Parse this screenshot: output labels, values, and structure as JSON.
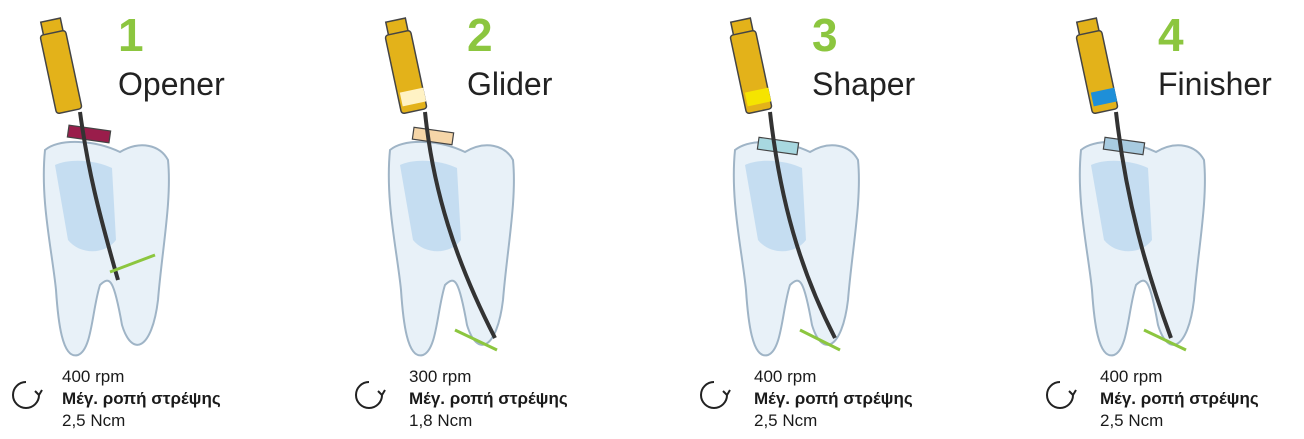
{
  "colors": {
    "accent": "#8cc63f",
    "gold": "#e3b21a",
    "tooth": "#dbe9f5"
  },
  "steps": [
    {
      "number": "1",
      "name": "Opener",
      "speed": "400 rpm",
      "torque_label": "Μέγ. ροπή στρέψης",
      "torque": "2,5 Ncm",
      "stopper_color": "#9a1d4b",
      "band_color": ""
    },
    {
      "number": "2",
      "name": "Glider",
      "speed": "300 rpm",
      "torque_label": "Μέγ. ροπή στρέψης",
      "torque": "1,8 Ncm",
      "stopper_color": "#f6d6a8",
      "band_color": "#fff2c4"
    },
    {
      "number": "3",
      "name": "Shaper",
      "speed": "400 rpm",
      "torque_label": "Μέγ. ροπή στρέψης",
      "torque": "2,5 Ncm",
      "stopper_color": "#a8d8e0",
      "band_color": "#f5e400"
    },
    {
      "number": "4",
      "name": "Finisher",
      "speed": "400 rpm",
      "torque_label": "Μέγ. ροπή στρέψης",
      "torque": "2,5 Ncm",
      "stopper_color": "#a8cbe0",
      "band_color": "#1e8fd8"
    }
  ]
}
